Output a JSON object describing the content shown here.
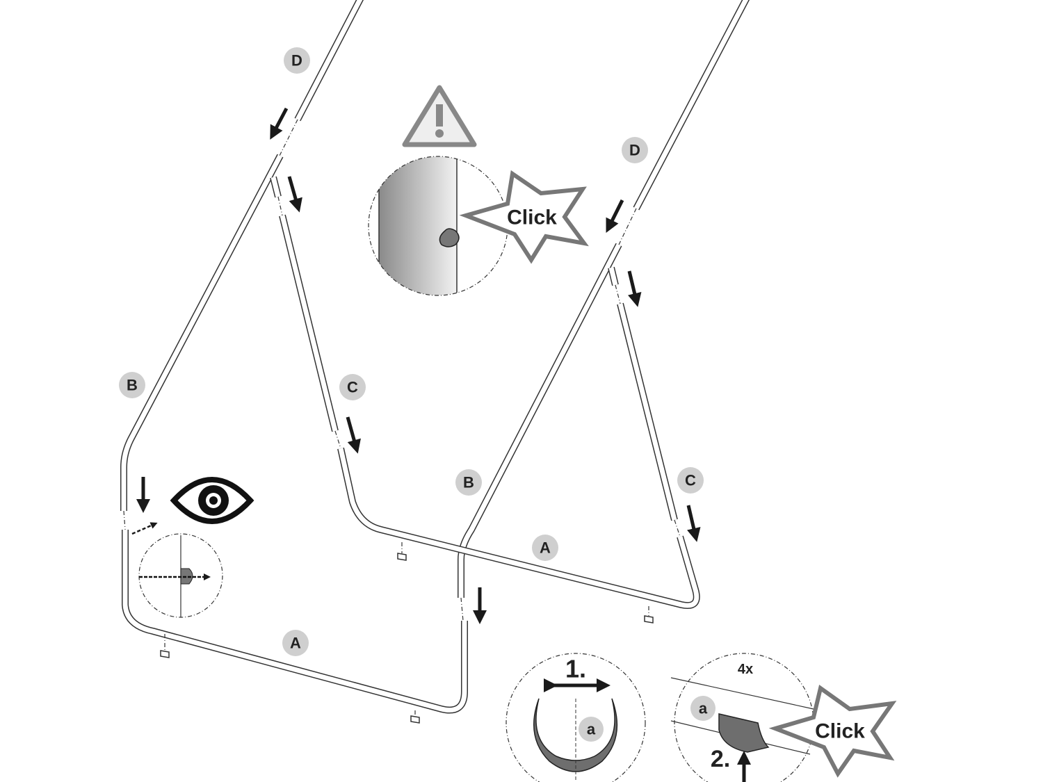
{
  "part_labels": {
    "d_left": "D",
    "d_right": "D",
    "b_left": "B",
    "b_right": "B",
    "c_left": "C",
    "c_right": "C",
    "a_left": "A",
    "a_right": "A"
  },
  "click_callout_top": "Click",
  "click_callout_bottom": "Click",
  "clip_detail": {
    "step1": "1.",
    "part": "a"
  },
  "clip_attach_detail": {
    "quantity": "4x",
    "part": "a",
    "step2": "2."
  },
  "colors": {
    "badge": "#cfcfcf",
    "ink": "#222222",
    "clip": "#6e6e6e"
  }
}
